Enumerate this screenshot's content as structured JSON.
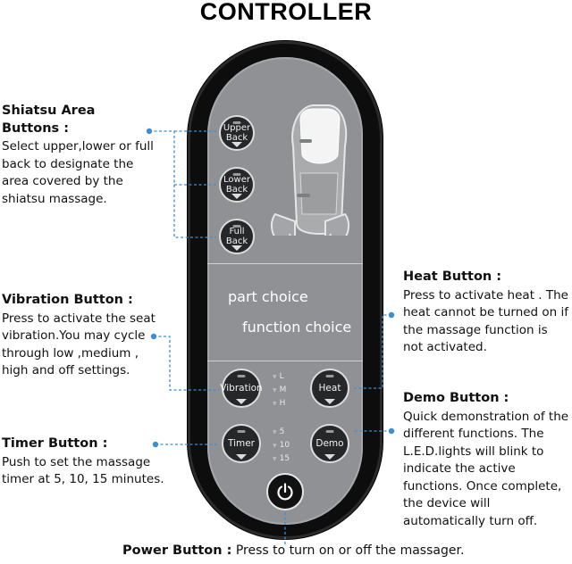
{
  "title": "CONTROLLER",
  "callouts": {
    "shiatsu": {
      "head": "Shiatsu Area Buttons :",
      "body": "Select upper,lower or full back to designate the area covered by the shiatsu massage."
    },
    "vibration": {
      "head": "Vibration Button :",
      "body": "Press to activate the seat vibration.You may cycle through low ,medium , high and off settings."
    },
    "timer": {
      "head": "Timer Button :",
      "body": "Push to set the massage timer at 5, 10, 15 minutes."
    },
    "heat": {
      "head": "Heat Button :",
      "body": "Press to activate heat . The heat cannot be turned on if the massage function is not activated."
    },
    "demo": {
      "head": "Demo Button :",
      "body": "Quick demonstration of the different functions. The L.E.D.lights will blink to indicate the active functions. Once complete, the device will automatically turn off."
    },
    "power": {
      "head": "Power Button :",
      "body": "Press to turn on or off the massager."
    }
  },
  "remote": {
    "buttons": {
      "upper_back": [
        "Upper",
        "Back"
      ],
      "lower_back": [
        "Lower",
        "Back"
      ],
      "full_back": [
        "Full",
        "Back"
      ],
      "vibration": "Vibration",
      "heat": "Heat",
      "timer": "Timer",
      "demo": "Demo"
    },
    "part_choice": "part choice",
    "function_choice": "function choice",
    "vibration_levels": [
      "L",
      "M",
      "H"
    ],
    "timer_levels": [
      "5",
      "10",
      "15"
    ]
  },
  "colors": {
    "accent": "#3a8fd6",
    "remote_body": "#0d0d0d",
    "remote_face": "#8f9194",
    "button": "#262729"
  }
}
